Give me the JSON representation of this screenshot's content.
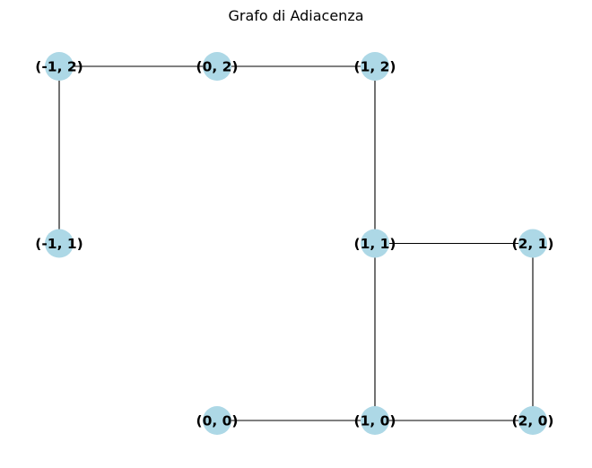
{
  "title": "Grafo di Adiacenza",
  "node_color": "#add8e6",
  "edge_color": "#000000",
  "nodes": [
    {
      "id": "(-1, 2)",
      "x": -1,
      "y": 2
    },
    {
      "id": "(0, 2)",
      "x": 0,
      "y": 2
    },
    {
      "id": "(1, 2)",
      "x": 1,
      "y": 2
    },
    {
      "id": "(-1, 1)",
      "x": -1,
      "y": 1
    },
    {
      "id": "(1, 1)",
      "x": 1,
      "y": 1
    },
    {
      "id": "(2, 1)",
      "x": 2,
      "y": 1
    },
    {
      "id": "(0, 0)",
      "x": 0,
      "y": 0
    },
    {
      "id": "(1, 0)",
      "x": 1,
      "y": 0
    },
    {
      "id": "(2, 0)",
      "x": 2,
      "y": 0
    }
  ],
  "edges": [
    [
      "(-1, 2)",
      "(0, 2)"
    ],
    [
      "(0, 2)",
      "(1, 2)"
    ],
    [
      "(-1, 2)",
      "(-1, 1)"
    ],
    [
      "(1, 2)",
      "(1, 1)"
    ],
    [
      "(1, 1)",
      "(2, 1)"
    ],
    [
      "(1, 1)",
      "(1, 0)"
    ],
    [
      "(2, 1)",
      "(2, 0)"
    ],
    [
      "(0, 0)",
      "(1, 0)"
    ],
    [
      "(1, 0)",
      "(2, 0)"
    ]
  ]
}
